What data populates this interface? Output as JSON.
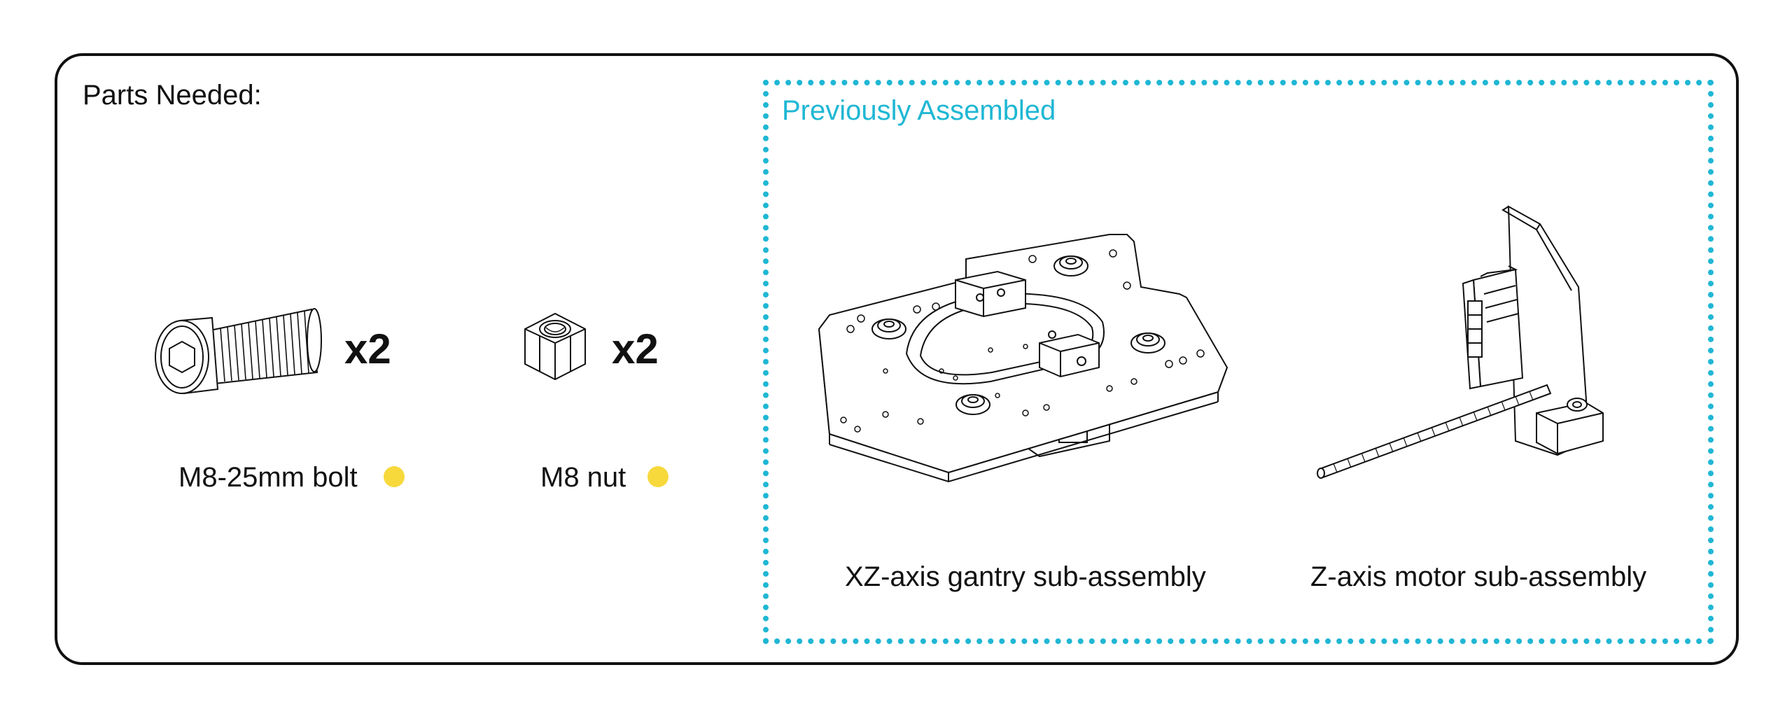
{
  "parts_section": {
    "title": "Parts Needed:",
    "parts": [
      {
        "label": "M8-25mm bolt",
        "quantity": "x2",
        "dot_color": "#f7d93c",
        "icon": "bolt-icon"
      },
      {
        "label": "M8 nut",
        "quantity": "x2",
        "dot_color": "#f7d93c",
        "icon": "nut-icon"
      }
    ]
  },
  "previously_assembled": {
    "title": "Previously Assembled",
    "accent_color": "#1fb7d4",
    "items": [
      {
        "label": "XZ-axis gantry sub-assembly",
        "icon": "gantry-plate-icon"
      },
      {
        "label": "Z-axis motor sub-assembly",
        "icon": "motor-assembly-icon"
      }
    ]
  }
}
